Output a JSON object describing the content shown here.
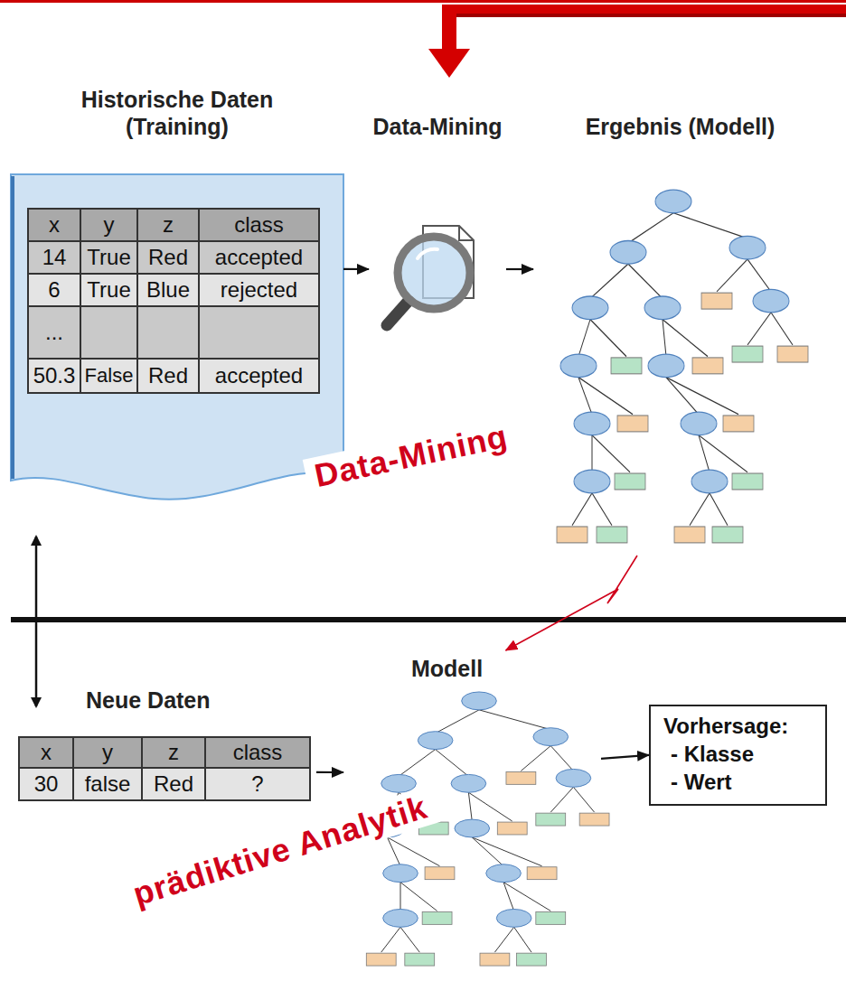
{
  "diagram": {
    "nodes": [
      {
        "text": [
          "Historische Daten (Training)"
        ]
      },
      {
        "text": [
          "Data-Mining"
        ]
      },
      {
        "text": [
          "Ergebnis (Modell)"
        ]
      },
      {
        "text": [
          "Neue Daten"
        ]
      },
      {
        "text": [
          "Modell"
        ]
      },
      {
        "text": [
          "Vorhersage:",
          "- Klasse",
          "- Wert"
        ]
      }
    ],
    "edges": [
      {
        "from": 0,
        "to": 1,
        "arrow": "to"
      },
      {
        "from": 1,
        "to": 2,
        "arrow": "to"
      },
      {
        "from": 2,
        "to": 4,
        "arrow": "to"
      },
      {
        "from": 3,
        "to": 4,
        "arrow": "to"
      },
      {
        "from": 4,
        "to": 5,
        "arrow": "to"
      }
    ],
    "labels": [
      "x",
      "y",
      "z",
      "class",
      "14",
      "True",
      "Red",
      "accepted",
      "6",
      "True",
      "Blue",
      "rejected",
      "...",
      "50.3",
      "False",
      "Red",
      "accepted",
      "x",
      "y",
      "z",
      "class",
      "30",
      "false",
      "Red",
      "?",
      "Data-Mining",
      "prädiktive Analytik"
    ]
  }
}
